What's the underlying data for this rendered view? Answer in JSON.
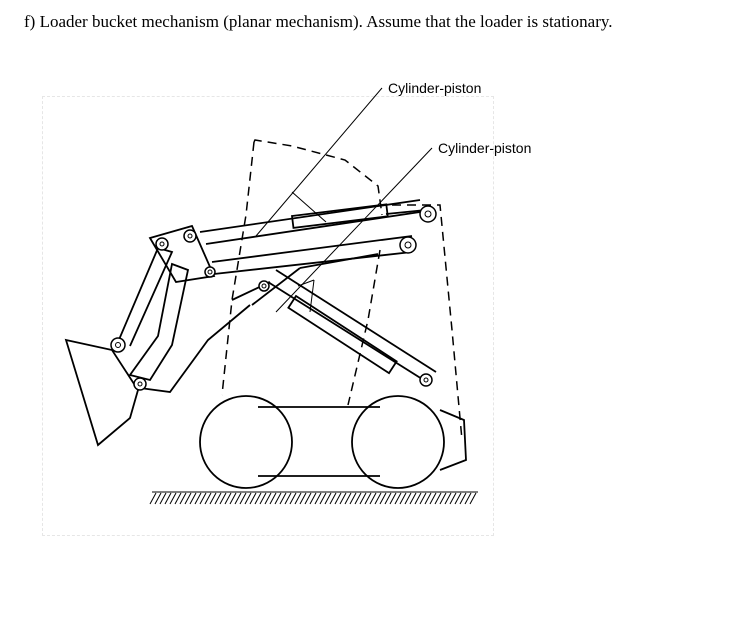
{
  "question": {
    "text": "f) Loader bucket mechanism (planar mechanism). Assume that the loader is stationary."
  },
  "labels": {
    "cylinder_piston_1": "Cylinder-piston",
    "cylinder_piston_2": "Cylinder-piston"
  }
}
